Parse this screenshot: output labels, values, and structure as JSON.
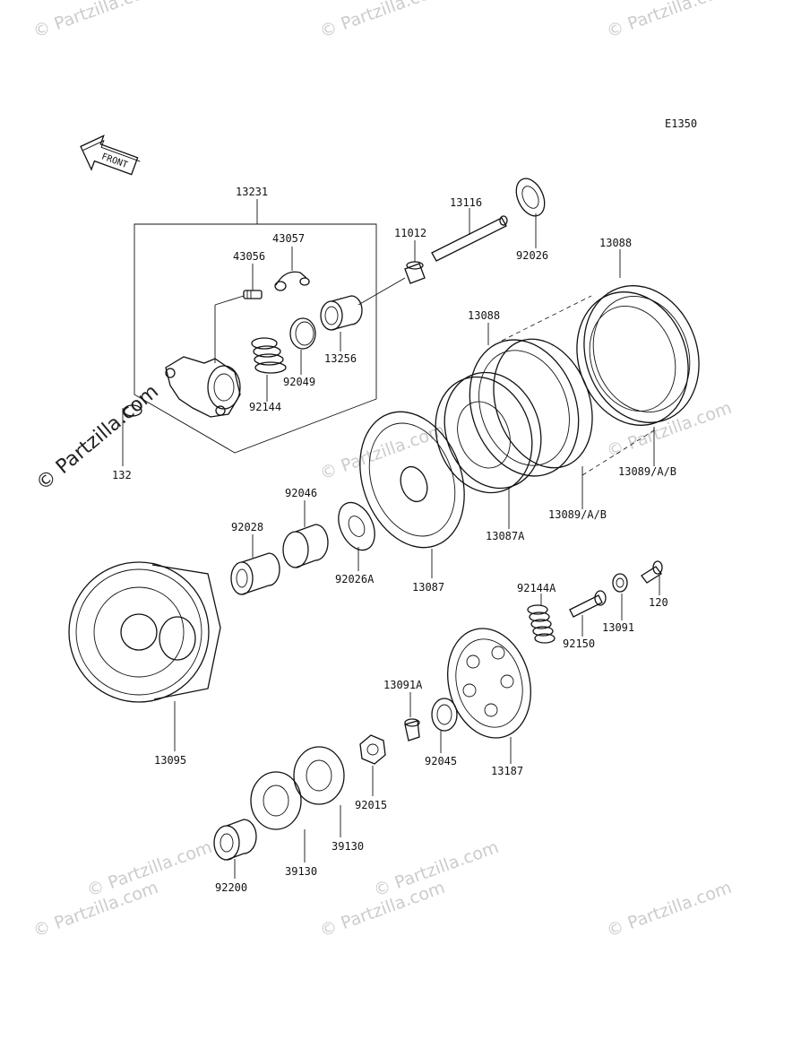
{
  "diagram": {
    "code": "E1350",
    "front_label": "FRONT",
    "watermarks": [
      "© Partzilla.com",
      "© Partzilla.com",
      "© Partzilla.com",
      "© Partzilla.com",
      "© Partzilla.com",
      "© Partzilla.com",
      "© Partzilla.com",
      "© Partzilla.com",
      "© Partzilla.com",
      "© Partzilla.com"
    ],
    "watermark_main": "© Partzilla.com",
    "parts": [
      {
        "id": "13231",
        "label": "13231"
      },
      {
        "id": "43057",
        "label": "43057"
      },
      {
        "id": "43056",
        "label": "43056"
      },
      {
        "id": "11012",
        "label": "11012"
      },
      {
        "id": "13116",
        "label": "13116"
      },
      {
        "id": "92026",
        "label": "92026"
      },
      {
        "id": "13088a",
        "label": "13088"
      },
      {
        "id": "13088b",
        "label": "13088"
      },
      {
        "id": "13256",
        "label": "13256"
      },
      {
        "id": "92049",
        "label": "92049"
      },
      {
        "id": "92144",
        "label": "92144"
      },
      {
        "id": "132",
        "label": "132"
      },
      {
        "id": "13089a",
        "label": "13089/A/B"
      },
      {
        "id": "13089b",
        "label": "13089/A/B"
      },
      {
        "id": "13087A",
        "label": "13087A"
      },
      {
        "id": "92046",
        "label": "92046"
      },
      {
        "id": "92028",
        "label": "92028"
      },
      {
        "id": "92026A",
        "label": "92026A"
      },
      {
        "id": "13087",
        "label": "13087"
      },
      {
        "id": "92144A",
        "label": "92144A"
      },
      {
        "id": "120",
        "label": "120"
      },
      {
        "id": "13091",
        "label": "13091"
      },
      {
        "id": "92150",
        "label": "92150"
      },
      {
        "id": "13091A",
        "label": "13091A"
      },
      {
        "id": "92045",
        "label": "92045"
      },
      {
        "id": "13187",
        "label": "13187"
      },
      {
        "id": "13095",
        "label": "13095"
      },
      {
        "id": "92015",
        "label": "92015"
      },
      {
        "id": "39130a",
        "label": "39130"
      },
      {
        "id": "39130b",
        "label": "39130"
      },
      {
        "id": "92200",
        "label": "92200"
      }
    ]
  }
}
